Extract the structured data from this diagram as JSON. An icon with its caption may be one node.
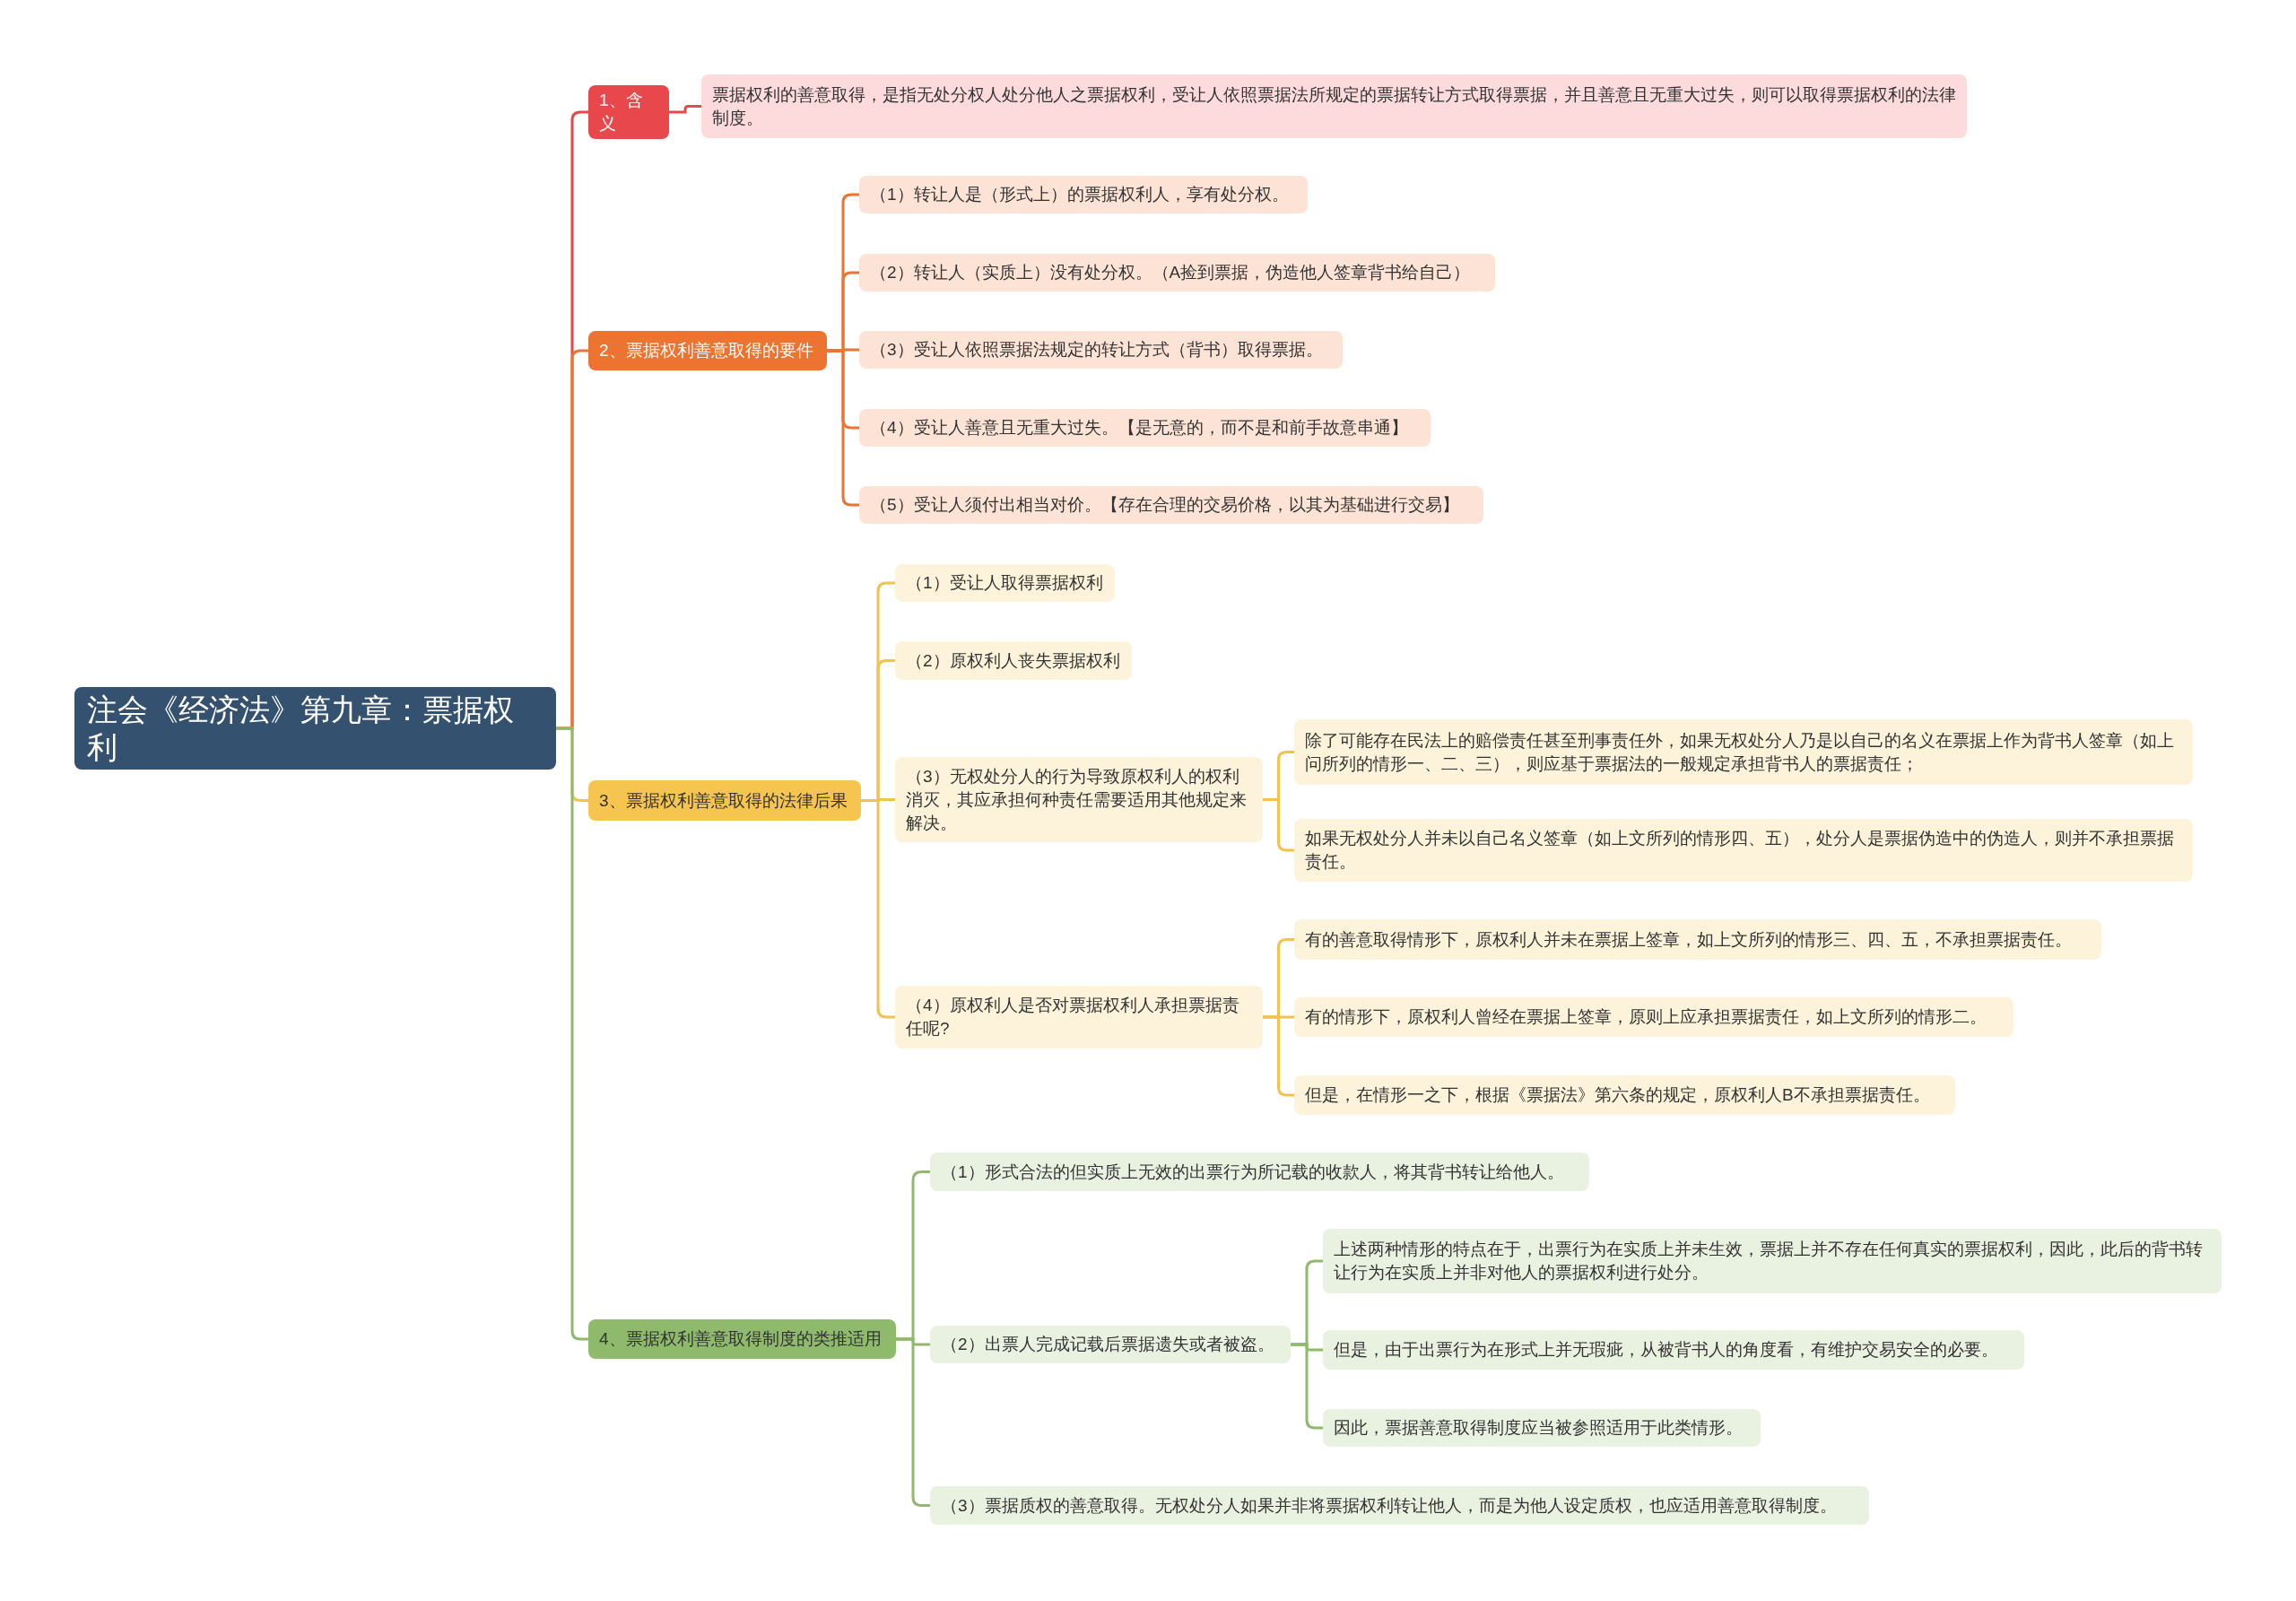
{
  "diagram": {
    "nodes": [
      {
        "text": [
          "注会《经济法》第九章：票据权利"
        ]
      },
      {
        "text": [
          "1、含义"
        ]
      },
      {
        "text": [
          "票据权利的善意取得，是指无处分权人处分他人之票据权利，受让人依照票据法所规定的票据转让方式取得票据，并且善意且无重大过失，则可以取得票据权利的法律制度。"
        ]
      },
      {
        "text": [
          "2、票据权利善意取得的要件"
        ]
      },
      {
        "text": [
          "（1）转让人是（形式上）的票据权利人，享有处分权。"
        ]
      },
      {
        "text": [
          "（2）转让人（实质上）没有处分权。（A捡到票据，伪造他人签章背书给自己）"
        ]
      },
      {
        "text": [
          "（3）受让人依照票据法规定的转让方式（背书）取得票据。"
        ]
      },
      {
        "text": [
          "（4）受让人善意且无重大过失。【是无意的，而不是和前手故意串通】"
        ]
      },
      {
        "text": [
          "（5）受让人须付出相当对价。【存在合理的交易价格，以其为基础进行交易】"
        ]
      },
      {
        "text": [
          "3、票据权利善意取得的法律后果"
        ]
      },
      {
        "text": [
          "（1）受让人取得票据权利"
        ]
      },
      {
        "text": [
          "（2）原权利人丧失票据权利"
        ]
      },
      {
        "text": [
          "（3）无权处分人的行为导致原权利人的权利消灭，其应承担何种责任需要适用其他规定来解决。"
        ]
      },
      {
        "text": [
          "除了可能存在民法上的赔偿责任甚至刑事责任外，如果无权处分人乃是以自己的名义在票据上作为背书人签章（如上问所列的情形一、二、三），则应基于票据法的一般规定承担背书人的票据责任；"
        ]
      },
      {
        "text": [
          "如果无权处分人并未以自己名义签章（如上文所列的情形四、五），处分人是票据伪造中的伪造人，则并不承担票据责任。"
        ]
      },
      {
        "text": [
          "（4）原权利人是否对票据权利人承担票据责任呢?"
        ]
      },
      {
        "text": [
          "有的善意取得情形下，原权利人并未在票据上签章，如上文所列的情形三、四、五，不承担票据责任。"
        ]
      },
      {
        "text": [
          "有的情形下，原权利人曾经在票据上签章，原则上应承担票据责任，如上文所列的情形二。"
        ]
      },
      {
        "text": [
          "但是，在情形一之下，根据《票据法》第六条的规定，原权利人B不承担票据责任。"
        ]
      },
      {
        "text": [
          "4、票据权利善意取得制度的类推适用"
        ]
      },
      {
        "text": [
          "（1）形式合法的但实质上无效的出票行为所记载的收款人，将其背书转让给他人。"
        ]
      },
      {
        "text": [
          "（2）出票人完成记载后票据遗失或者被盗。"
        ]
      },
      {
        "text": [
          "上述两种情形的特点在于，出票行为在实质上并未生效，票据上并不存在任何真实的票据权利，因此，此后的背书转让行为在实质上并非对他人的票据权利进行处分。"
        ]
      },
      {
        "text": [
          "但是，由于出票行为在形式上并无瑕疵，从被背书人的角度看，有维护交易安全的必要。"
        ]
      },
      {
        "text": [
          "因此，票据善意取得制度应当被参照适用于此类情形。"
        ]
      },
      {
        "text": [
          "（3）票据质权的善意取得。无权处分人如果并非将票据权利转让他人，而是为他人设定质权，也应适用善意取得制度。"
        ]
      }
    ],
    "edges": [
      {
        "from": 0,
        "to": 1,
        "arrow": "none",
        "color": "#e8474b"
      },
      {
        "from": 0,
        "to": 3,
        "arrow": "none",
        "color": "#ec7330"
      },
      {
        "from": 0,
        "to": 9,
        "arrow": "none",
        "color": "#f2c14e"
      },
      {
        "from": 0,
        "to": 19,
        "arrow": "none",
        "color": "#8fba6c"
      },
      {
        "from": 1,
        "to": 2,
        "arrow": "none",
        "color": "#e8474b"
      },
      {
        "from": 3,
        "to": 4,
        "arrow": "none",
        "color": "#ec7330"
      },
      {
        "from": 3,
        "to": 5,
        "arrow": "none",
        "color": "#ec7330"
      },
      {
        "from": 3,
        "to": 6,
        "arrow": "none",
        "color": "#ec7330"
      },
      {
        "from": 3,
        "to": 7,
        "arrow": "none",
        "color": "#ec7330"
      },
      {
        "from": 3,
        "to": 8,
        "arrow": "none",
        "color": "#ec7330"
      },
      {
        "from": 9,
        "to": 10,
        "arrow": "none",
        "color": "#f2c14e"
      },
      {
        "from": 9,
        "to": 11,
        "arrow": "none",
        "color": "#f2c14e"
      },
      {
        "from": 9,
        "to": 12,
        "arrow": "none",
        "color": "#f2c14e"
      },
      {
        "from": 9,
        "to": 15,
        "arrow": "none",
        "color": "#f2c14e"
      },
      {
        "from": 12,
        "to": 13,
        "arrow": "none",
        "color": "#f2c14e"
      },
      {
        "from": 12,
        "to": 14,
        "arrow": "none",
        "color": "#f2c14e"
      },
      {
        "from": 15,
        "to": 16,
        "arrow": "none",
        "color": "#f2c14e"
      },
      {
        "from": 15,
        "to": 17,
        "arrow": "none",
        "color": "#f2c14e"
      },
      {
        "from": 15,
        "to": 18,
        "arrow": "none",
        "color": "#f2c14e"
      },
      {
        "from": 19,
        "to": 20,
        "arrow": "none",
        "color": "#8fba6c"
      },
      {
        "from": 19,
        "to": 21,
        "arrow": "none",
        "color": "#8fba6c"
      },
      {
        "from": 19,
        "to": 25,
        "arrow": "none",
        "color": "#8fba6c"
      },
      {
        "from": 21,
        "to": 22,
        "arrow": "none",
        "color": "#8fba6c"
      },
      {
        "from": 21,
        "to": 23,
        "arrow": "none",
        "color": "#8fba6c"
      },
      {
        "from": 21,
        "to": 24,
        "arrow": "none",
        "color": "#8fba6c"
      }
    ]
  }
}
